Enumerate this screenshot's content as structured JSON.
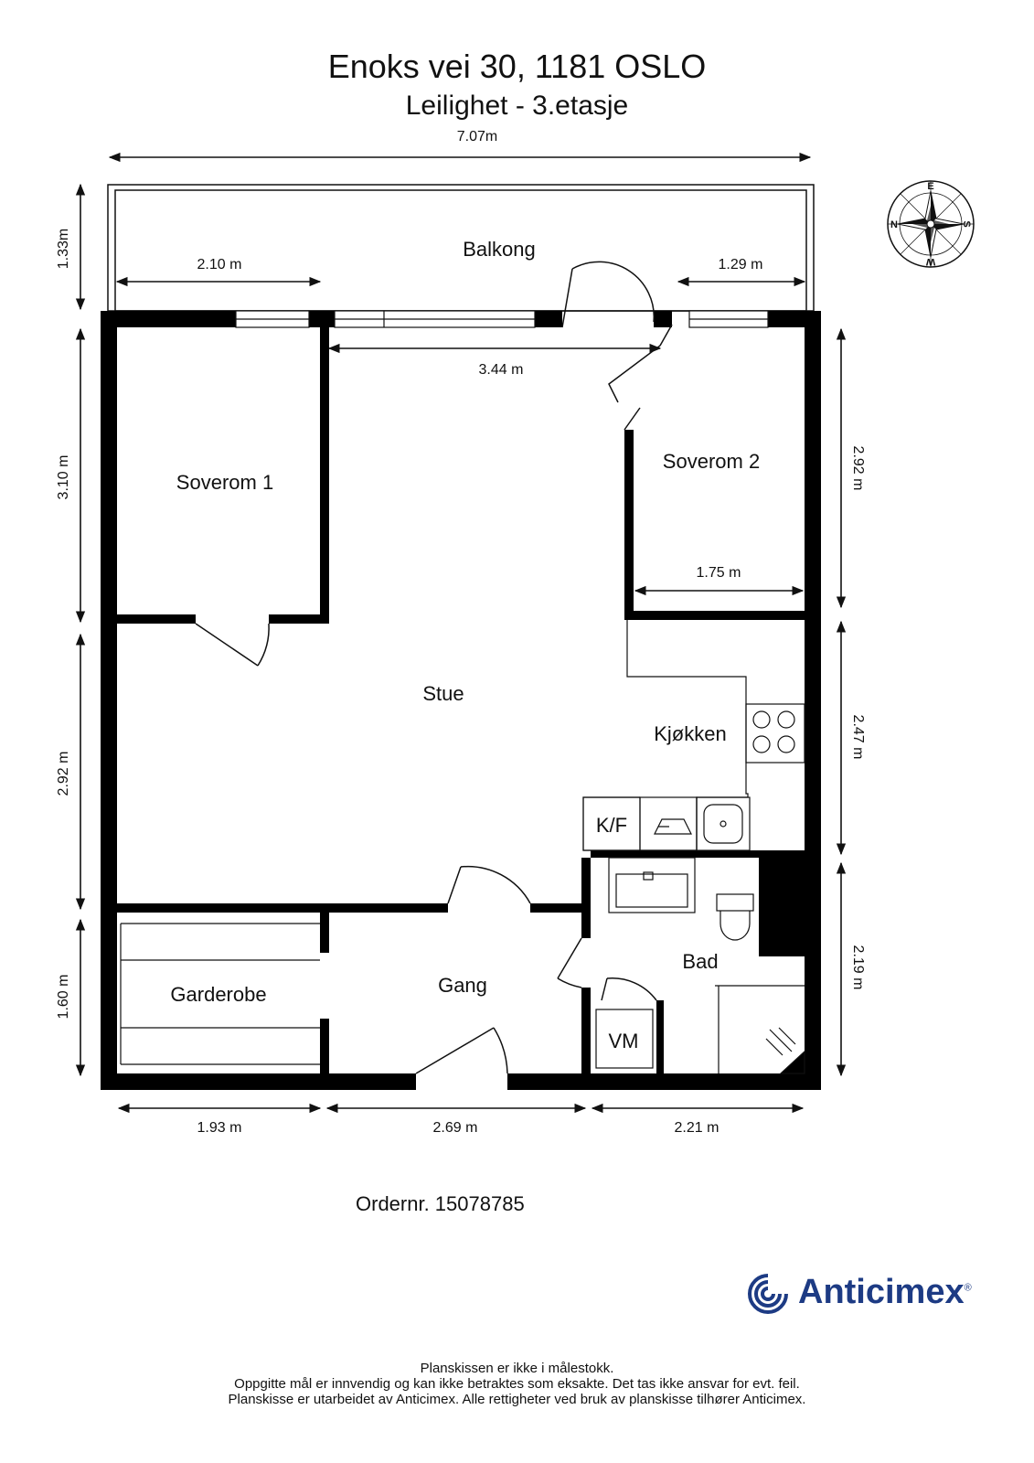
{
  "header": {
    "title": "Enoks vei 30, 1181 OSLO",
    "subtitle": "Leilighet  - 3.etasje"
  },
  "rooms": {
    "balcony": "Balkong",
    "bedroom1": "Soverom 1",
    "bedroom2": "Soverom 2",
    "living": "Stue",
    "kitchen": "Kjøkken",
    "fridge": "K/F",
    "bathroom": "Bad",
    "hall": "Gang",
    "wardrobe": "Garderobe",
    "washer": "VM"
  },
  "dimensions": {
    "total_width": "7.07m",
    "balcony_depth": "1.33m",
    "balcony_left": "2.10 m",
    "balcony_right": "1.29 m",
    "living_top": "3.44 m",
    "left_bedroom_height": "3.10 m",
    "right_bedroom_height": "2.92 m",
    "bedroom2_width": "1.75 m",
    "left_living_height": "2.92 m",
    "kitchen_height": "2.47 m",
    "left_wardrobe_height": "1.60 m",
    "bath_height": "2.19 m",
    "bottom_left": "1.93 m",
    "bottom_middle": "2.69 m",
    "bottom_right": "2.21 m"
  },
  "compass": {
    "n": "N",
    "e": "E",
    "s": "S",
    "w": "W"
  },
  "order": "Ordernr. 15078785",
  "brand": {
    "name": "Anticimex",
    "registered": "®",
    "color": "#1d3b84"
  },
  "disclaimer": {
    "line1": "Planskissen er ikke i målestokk.",
    "line2": "Oppgitte mål er innvendig og kan ikke betraktes som eksakte. Det tas ikke ansvar for evt. feil.",
    "line3": "Planskisse er utarbeidet av Anticimex. Alle rettigheter ved bruk av planskisse tilhører Anticimex."
  }
}
